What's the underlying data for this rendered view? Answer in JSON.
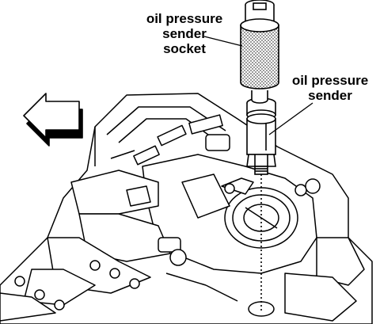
{
  "labels": {
    "socket": [
      "oil pressure",
      "sender",
      "socket"
    ],
    "sender": [
      "oil pressure",
      "sender"
    ]
  }
}
